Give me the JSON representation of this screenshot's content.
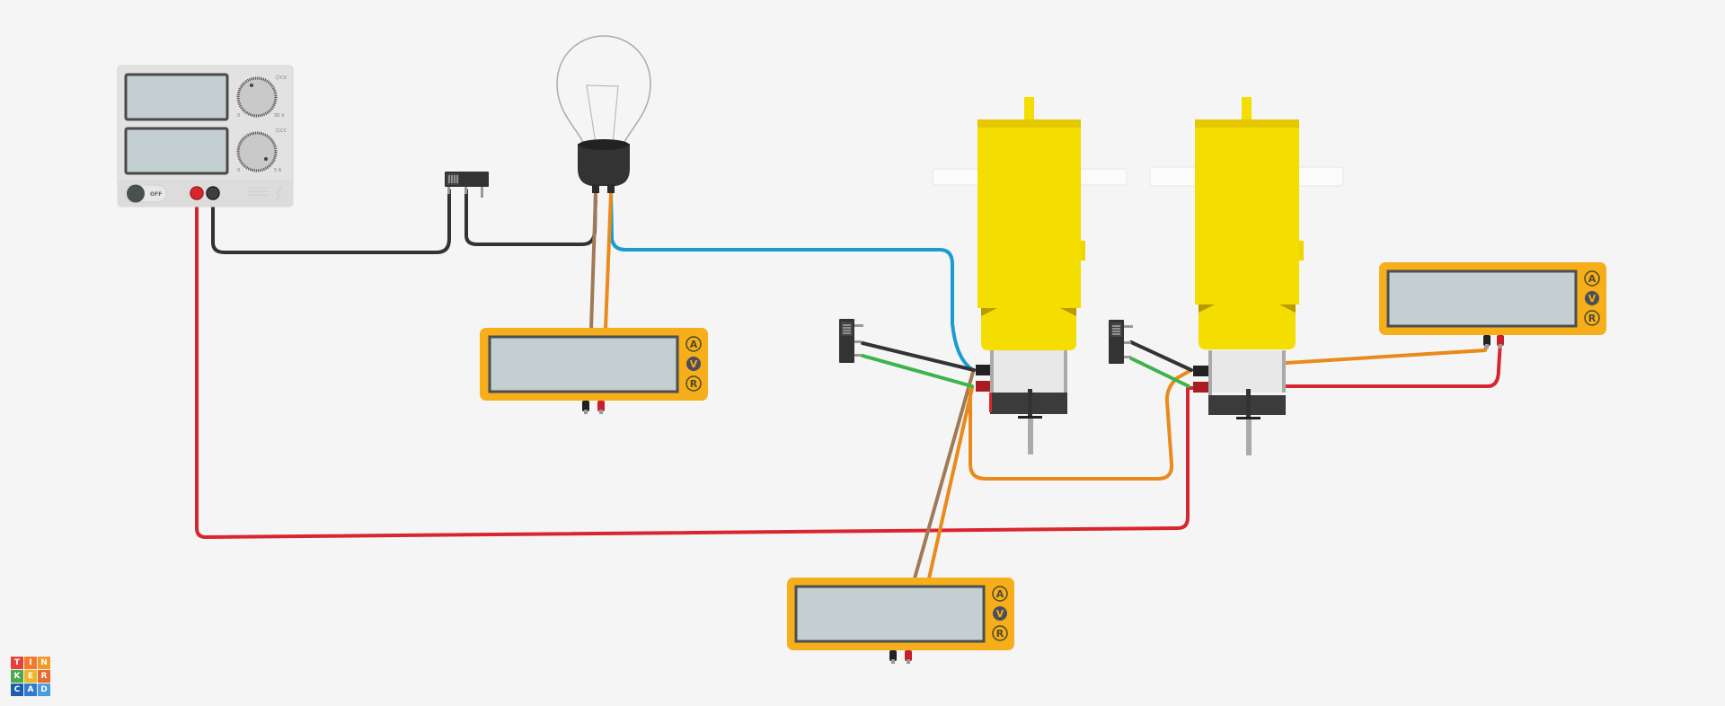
{
  "app": {
    "name": "Tinkercad Circuits",
    "logo_letters": [
      "T",
      "I",
      "N",
      "K",
      "E",
      "R",
      "C",
      "A",
      "D"
    ],
    "logo_colors": [
      "#e2423a",
      "#f4792d",
      "#f39a26",
      "#4ea84b",
      "#f1b425",
      "#ea6b2e",
      "#1e5da9",
      "#2f7bd0",
      "#4a9be2"
    ]
  },
  "colors": {
    "background": "#f5f5f5",
    "multimeter_body": "#f6ae1b",
    "multimeter_screen": "#c4cfd1",
    "motor_yellow": "#f4dd00",
    "wire_red": "#d9262e",
    "wire_black": "#333333",
    "wire_blue": "#1a9bd1",
    "wire_orange": "#ea8a1a",
    "wire_brown": "#a07a56",
    "wire_green": "#3cb44b"
  },
  "power_supply": {
    "voltage_label_min": "0",
    "voltage_label_max": "30 V",
    "voltage_indicator": "CV",
    "current_label_min": "0",
    "current_label_max": "5 A",
    "current_indicator": "CC",
    "power_toggle_label": "OFF",
    "voltage_display": "",
    "current_display": ""
  },
  "multimeters": [
    {
      "id": "multimeter-1",
      "display": "",
      "modes": [
        "A",
        "V",
        "R"
      ],
      "selected_mode": "V"
    },
    {
      "id": "multimeter-2",
      "display": "",
      "modes": [
        "A",
        "V",
        "R"
      ],
      "selected_mode": "V"
    },
    {
      "id": "multimeter-3",
      "display": "",
      "modes": [
        "A",
        "V",
        "R"
      ],
      "selected_mode": "V"
    }
  ],
  "components": {
    "light_bulb": "Light Bulb",
    "slide_switch_count": 3,
    "dc_motor_count": 2
  }
}
